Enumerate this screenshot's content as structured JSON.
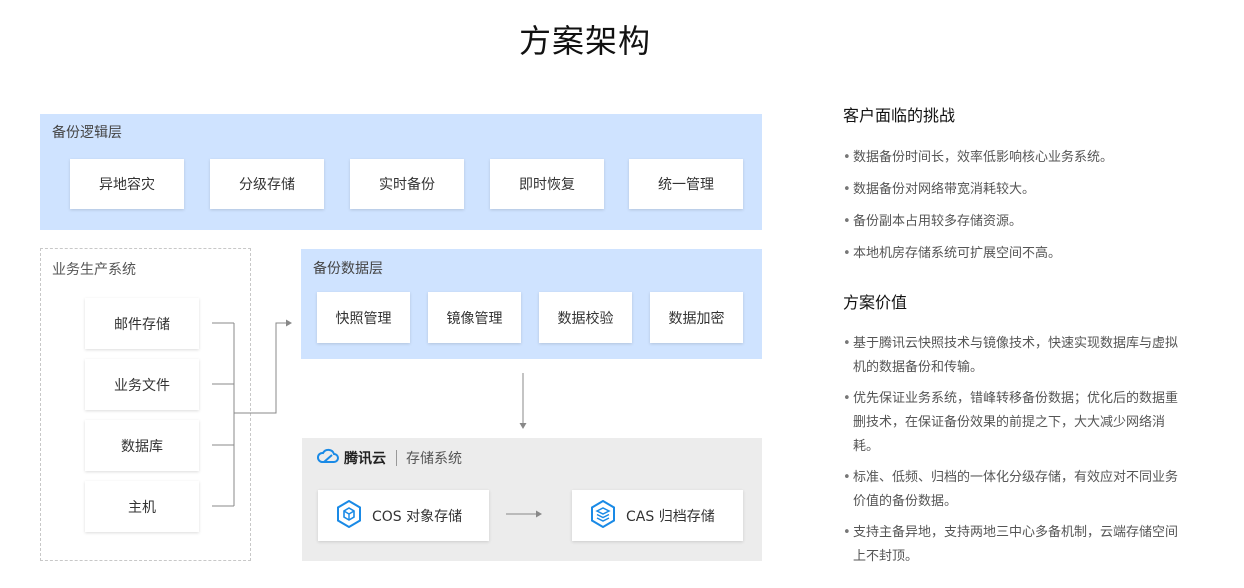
{
  "title": "方案架构",
  "logic_layer": {
    "title": "备份逻辑层",
    "items": [
      "异地容灾",
      "分级存储",
      "实时备份",
      "即时恢复",
      "统一管理"
    ]
  },
  "production_system": {
    "title": "业务生产系统",
    "items": [
      "邮件存储",
      "业务文件",
      "数据库",
      "主机"
    ]
  },
  "data_layer": {
    "title": "备份数据层",
    "items": [
      "快照管理",
      "镜像管理",
      "数据校验",
      "数据加密"
    ]
  },
  "storage_system": {
    "brand": "腾讯云",
    "subtitle": "存储系统",
    "items": [
      {
        "label": "COS 对象存储",
        "icon": "cube-icon"
      },
      {
        "label": "CAS 归档存储",
        "icon": "layers-icon"
      }
    ]
  },
  "challenges": {
    "heading": "客户面临的挑战",
    "bullets": [
      "数据备份时间长，效率低影响核心业务系统。",
      "数据备份对网络带宽消耗较大。",
      "备份副本占用较多存储资源。",
      "本地机房存储系统可扩展空间不高。"
    ]
  },
  "solution_value": {
    "heading": "方案价值",
    "bullets": [
      "基于腾讯云快照技术与镜像技术，快速实现数据库与虚拟机的数据备份和传输。",
      "优先保证业务系统，错峰转移备份数据；优化后的数据重删技术，在保证备份效果的前提之下，大大减少网络消耗。",
      "标准、低频、归档的一体化分级存储，有效应对不同业务价值的备份数据。",
      "支持主备异地，支持两地三中心多备机制，云端存储空间上不封顶。"
    ]
  },
  "colors": {
    "layer_bg": "#cfe3ff",
    "storage_bg": "#ececec",
    "brand_blue": "#1a8ae6",
    "connector": "#888888"
  }
}
